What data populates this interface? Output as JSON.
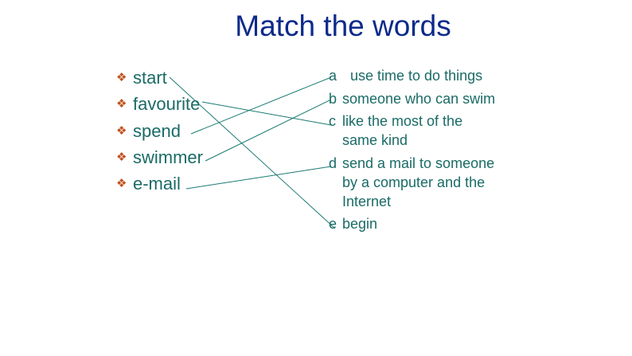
{
  "title": "Match the words",
  "bullet_glyph": "❖",
  "terms": [
    {
      "word": "start"
    },
    {
      "word": "favourite"
    },
    {
      "word": "spend"
    },
    {
      "word": "swimmer"
    },
    {
      "word": "e-mail"
    }
  ],
  "definitions": [
    {
      "letter": "a",
      "lines": [
        "  use time to do things"
      ]
    },
    {
      "letter": "b",
      "lines": [
        "someone who can swim"
      ]
    },
    {
      "letter": "c",
      "lines": [
        "like the most of the",
        "same kind"
      ]
    },
    {
      "letter": "d",
      "lines": [
        "send a mail to someone",
        "by a computer and the",
        "Internet"
      ]
    },
    {
      "letter": "e",
      "lines": [
        "begin"
      ]
    }
  ],
  "matches": [
    {
      "term": "start",
      "definition": "e"
    },
    {
      "term": "favourite",
      "definition": "c"
    },
    {
      "term": "spend",
      "definition": "a"
    },
    {
      "term": "swimmer",
      "definition": "b"
    },
    {
      "term": "e-mail",
      "definition": "d"
    }
  ],
  "colors": {
    "title": "#0b2a8a",
    "text": "#1a6b66",
    "bullet": "#c0501c",
    "connector": "#1a7a72"
  }
}
